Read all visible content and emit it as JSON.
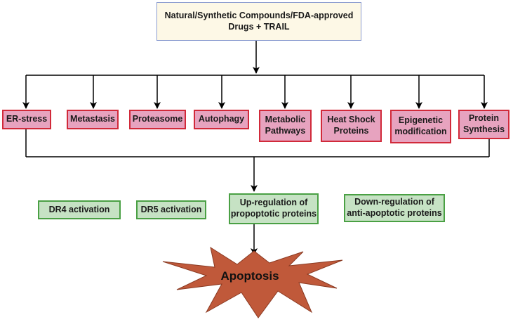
{
  "source": {
    "line1": "Natural/Synthetic Compounds/FDA-approved",
    "line2": "Drugs + TRAIL"
  },
  "targets": [
    {
      "id": "er-stress",
      "lines": [
        "ER-stress"
      ]
    },
    {
      "id": "metastasis",
      "lines": [
        "Metastasis"
      ]
    },
    {
      "id": "proteasome",
      "lines": [
        "Proteasome"
      ]
    },
    {
      "id": "autophagy",
      "lines": [
        "Autophagy"
      ]
    },
    {
      "id": "metabolic-pathways",
      "lines": [
        "Metabolic",
        "Pathways"
      ]
    },
    {
      "id": "heat-shock-proteins",
      "lines": [
        "Heat Shock",
        "Proteins"
      ]
    },
    {
      "id": "epigenetic-modification",
      "lines": [
        "Epigenetic",
        "modification"
      ]
    },
    {
      "id": "protein-synthesis",
      "lines": [
        "Protein",
        "Synthesis"
      ]
    }
  ],
  "effects": [
    {
      "id": "dr4-activation",
      "lines": [
        "DR4 activation"
      ]
    },
    {
      "id": "dr5-activation",
      "lines": [
        "DR5 activation"
      ]
    },
    {
      "id": "upregulation-proapoptotic",
      "lines": [
        "Up-regulation of",
        "propoptotic proteins"
      ]
    },
    {
      "id": "downregulation-antiapoptotic",
      "lines": [
        "Down-regulation of",
        "anti-apoptotic proteins"
      ]
    }
  ],
  "outcome": "Apoptosis",
  "colors": {
    "target_fill": "#e7a3bf",
    "target_border": "#d12a3a",
    "effect_fill": "#c6e2c4",
    "effect_border": "#4aa044",
    "starburst": "#c0593a",
    "line": "#000000"
  }
}
